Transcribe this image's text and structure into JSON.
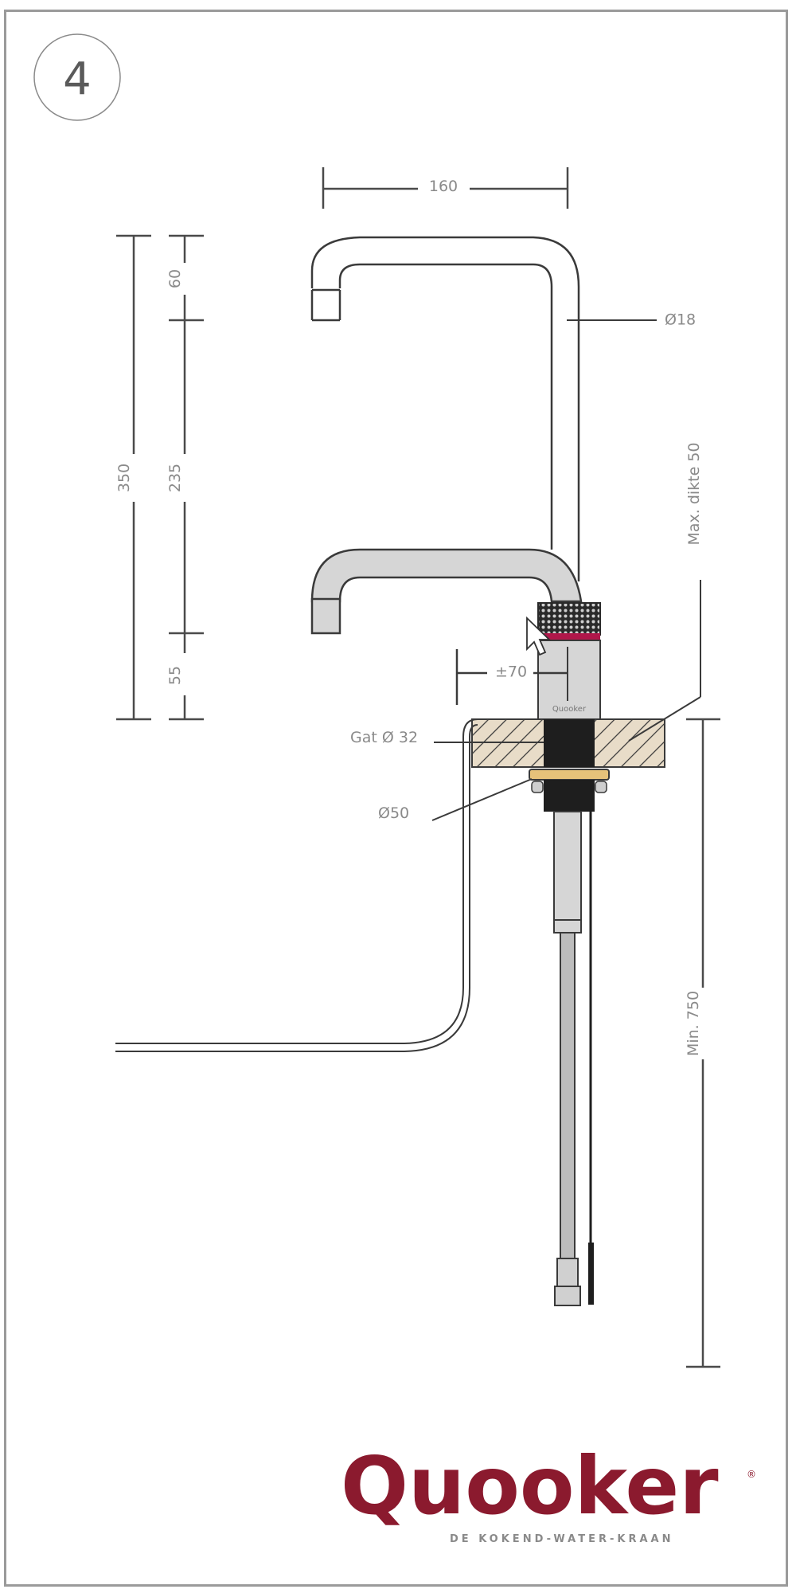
{
  "step": {
    "number": "4"
  },
  "dimensions": {
    "spout_reach": "160",
    "pipe_diameter": "Ø18",
    "total_height": "350",
    "upper_segment": "60",
    "middle_segment": "235",
    "lower_segment": "55",
    "max_thickness": "Max. dikte 50",
    "handle_offset": "±70",
    "hole_diameter": "Gat Ø 32",
    "washer_diameter": "Ø50",
    "min_depth": "Min. 750"
  },
  "tap_label": "Quooker",
  "brand": {
    "name": "Quooker",
    "tagline": "DE KOKEND-WATER-KRAAN",
    "registered": "®",
    "color": "#8b1a2e"
  },
  "colors": {
    "line": "#3a3a3a",
    "dim_text": "#8a8a8a",
    "metal_fill": "#d6d6d6",
    "worktop_fill": "#e8dcc8",
    "washer_fill": "#e6c27a",
    "handle_ring": "#b0174a",
    "dark_part": "#1e1e1e"
  }
}
